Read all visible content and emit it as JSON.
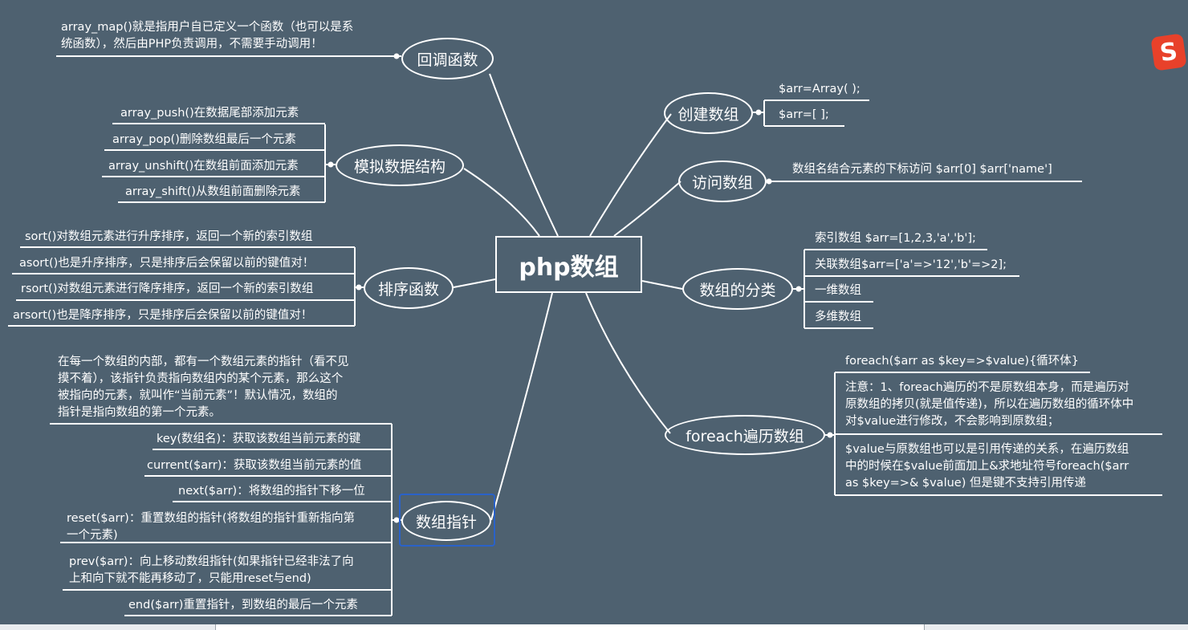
{
  "central": "php数组",
  "branches": {
    "callback": {
      "title": "回调函数",
      "desc": [
        "array_map()就是指用户自已定义一个函数（也可以是系",
        "统函数），然后由PHP负责调用，不需要手动调用！"
      ]
    },
    "simulate": {
      "title": "模拟数据结构",
      "items": [
        "array_push()在数据尾部添加元素",
        "array_pop()删除数组最后一个元素",
        "array_unshift()在数组前面添加元素",
        "array_shift()从数组前面删除元素"
      ]
    },
    "sort": {
      "title": "排序函数",
      "items": [
        "sort()对数组元素进行升序排序，返回一个新的索引数组",
        "asort()也是升序排序，只是排序后会保留以前的键值对！",
        "rsort()对数组元素进行降序排序，返回一个新的索引数组",
        "arsort()也是降序排序，只是排序后会保留以前的键值对！"
      ]
    },
    "pointer": {
      "title": "数组指针",
      "desc": [
        "在每一个数组的内部，都有一个数组元素的指针（看不见",
        "摸不着），该指针负责指向数组内的某个元素，那么这个",
        "被指向的元素，就叫作“当前元素”！默认情况，数组的",
        "指针是指向数组的第一个元素。"
      ],
      "items": [
        "key(数组名)：获取该数组当前元素的键",
        "current($arr)：获取该数组当前元素的值",
        "next($arr)：将数组的指针下移一位",
        "reset($arr)：重置数组的指针(将数组的指针重新指向第",
        "一个元素)",
        "prev($arr)：向上移动数组指针(如果指针已经非法了向",
        "上和向下就不能再移动了，只能用reset与end)",
        "end($arr)重置指针，到数组的最后一个元素"
      ]
    },
    "create": {
      "title": "创建数组",
      "items": [
        "$arr=Array( );",
        "$arr=[  ];"
      ]
    },
    "access": {
      "title": "访问数组",
      "items": [
        "数组名结合元素的下标访问 $arr[0]   $arr['name']"
      ]
    },
    "classify": {
      "title": "数组的分类",
      "items": [
        "索引数组 $arr=[1,2,3,'a','b'];",
        "关联数组$arr=['a'=>'12','b'=>2];",
        "一维数组",
        "多维数组"
      ]
    },
    "foreach": {
      "title": "foreach遍历数组",
      "items": [
        "foreach($arr as $key=>$value){循环体}",
        "注意：1、foreach遍历的不是原数组本身，而是遍历对",
        "原数组的拷贝(就是值传递)，所以在遍历数组的循环体中",
        "对$value进行修改，不会影响到原数组；",
        "$value与原数组也可以是引用传递的关系，在遍历数组",
        "中的时候在$value前面加上&求地址符号foreach($arr",
        "as   $key=>& $value) 但是键不支持引用传递"
      ]
    }
  },
  "logo_text": "S",
  "colors": {
    "background": "#4e6170",
    "line": "#ffffff",
    "selection": "#2a62c9",
    "logo": "#e8412a"
  }
}
